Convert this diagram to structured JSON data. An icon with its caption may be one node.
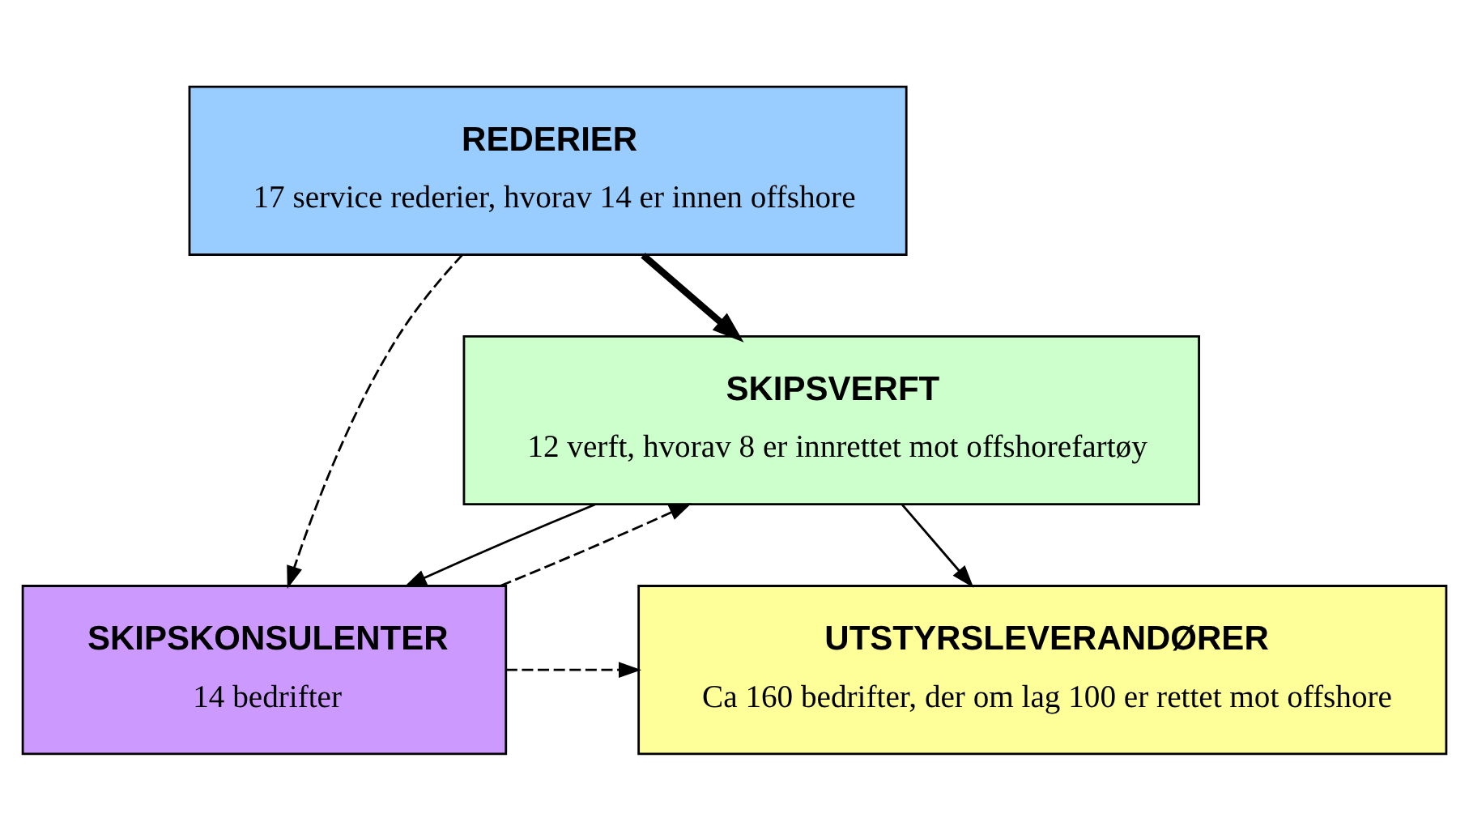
{
  "diagram": {
    "nodes": [
      {
        "text": [
          "REDERIER",
          "17 service rederier, hvorav 14 er innen offshore"
        ]
      },
      {
        "text": [
          "SKIPSVERFT",
          "12 verft, hvorav 8 er innrettet mot offshorefartøy"
        ]
      },
      {
        "text": [
          "SKIPSKONSULENTER",
          "14 bedrifter"
        ]
      },
      {
        "text": [
          "UTSTYRSLEVERANDØRER",
          "Ca 160 bedrifter, der om lag 100 er rettet mot offshore"
        ]
      }
    ],
    "edges": [
      {
        "from": 0,
        "to": 1,
        "arrow": "to",
        "style": "thick"
      },
      {
        "from": 1,
        "to": 2,
        "arrow": "to"
      },
      {
        "from": 1,
        "to": 3,
        "arrow": "to"
      },
      {
        "from": 0,
        "to": 2,
        "arrow": "to",
        "style": "dashed"
      },
      {
        "from": 2,
        "to": 1,
        "arrow": "to",
        "style": "dashed"
      },
      {
        "from": 2,
        "to": 3,
        "arrow": "to",
        "style": "dashed"
      }
    ]
  }
}
